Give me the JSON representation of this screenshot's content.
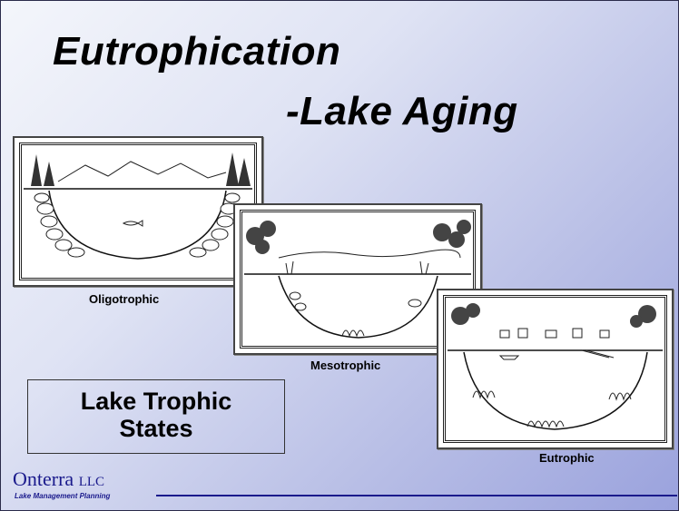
{
  "slide": {
    "title_line1": "Eutrophication",
    "title_line2": "-Lake Aging",
    "trophic_box": {
      "line1": "Lake Trophic",
      "line2": "States"
    },
    "panels": [
      {
        "caption": "Oligotrophic"
      },
      {
        "caption": "Mesotrophic"
      },
      {
        "caption": "Eutrophic"
      }
    ],
    "logo": {
      "name": "Onterra",
      "suffix": "LLC",
      "tagline": "Lake Management Planning"
    },
    "colors": {
      "brand": "#1a1a8c",
      "background_light": "#f4f6fb",
      "background_dark": "#9aa2dd"
    }
  }
}
